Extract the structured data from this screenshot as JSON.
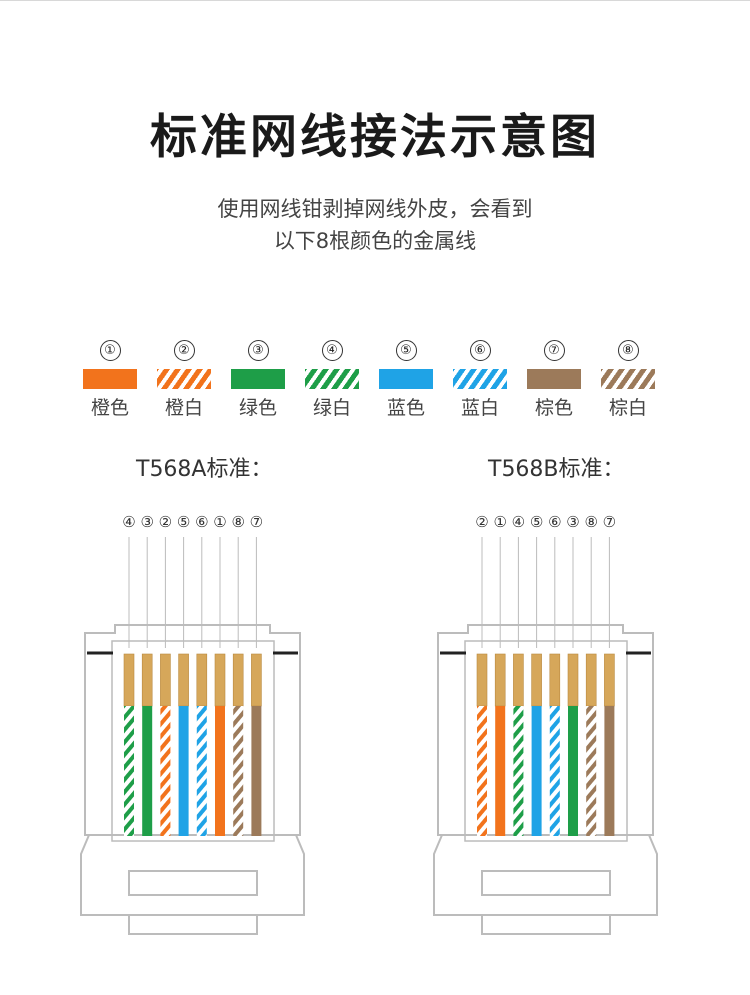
{
  "title": "标准网线接法示意图",
  "subtitle": {
    "line1": "使用网线钳剥掉网线外皮，会看到",
    "line2": "以下8根颜色的金属线"
  },
  "colors": {
    "orange": "#f2731c",
    "green": "#1e9e48",
    "blue": "#1fa3e6",
    "brown": "#9c7a5a",
    "copper": "#d6a75a",
    "outline": "#bcbcbc"
  },
  "legend": [
    {
      "num": "①",
      "label": "橙色",
      "color": "orange",
      "striped": false
    },
    {
      "num": "②",
      "label": "橙白",
      "color": "orange",
      "striped": true
    },
    {
      "num": "③",
      "label": "绿色",
      "color": "green",
      "striped": false
    },
    {
      "num": "④",
      "label": "绿白",
      "color": "green",
      "striped": true
    },
    {
      "num": "⑤",
      "label": "蓝色",
      "color": "blue",
      "striped": false
    },
    {
      "num": "⑥",
      "label": "蓝白",
      "color": "blue",
      "striped": true
    },
    {
      "num": "⑦",
      "label": "棕色",
      "color": "brown",
      "striped": false
    },
    {
      "num": "⑧",
      "label": "棕白",
      "color": "brown",
      "striped": true
    }
  ],
  "standards": [
    {
      "name": "T568A标准：",
      "pin_order": [
        "④",
        "③",
        "②",
        "⑤",
        "⑥",
        "①",
        "⑧",
        "⑦"
      ],
      "wire_order": [
        4,
        3,
        2,
        5,
        6,
        1,
        8,
        7
      ]
    },
    {
      "name": "T568B标准：",
      "pin_order": [
        "②",
        "①",
        "④",
        "⑤",
        "⑥",
        "③",
        "⑧",
        "⑦"
      ],
      "wire_order": [
        2,
        1,
        4,
        5,
        6,
        3,
        8,
        7
      ]
    }
  ]
}
